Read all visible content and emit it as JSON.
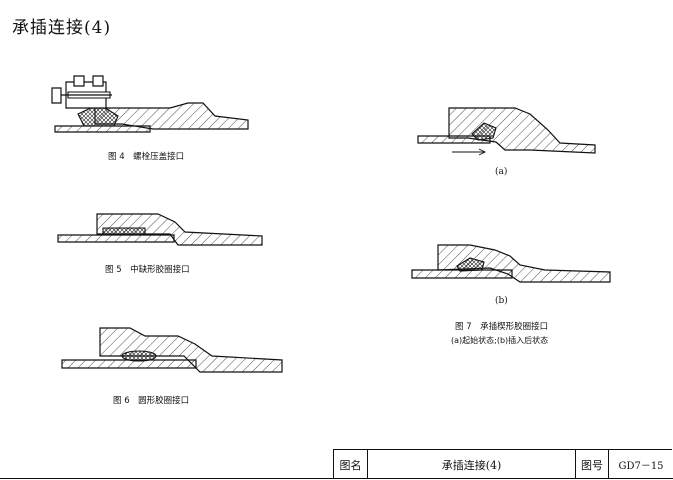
{
  "title": "承插连接(4)",
  "figures": {
    "fig4": {
      "caption": "图 4　螺栓压盖接口"
    },
    "fig5": {
      "caption": "图 5　中缺形胶圈接口"
    },
    "fig6": {
      "caption": "图 6　圆形胶圈接口"
    },
    "fig7": {
      "caption": "图 7　承插楔形胶圈接口",
      "note": "(a)起始状态;(b)插入后状态",
      "sub_a": "(a)",
      "sub_b": "(b)"
    }
  },
  "title_block": {
    "name_label": "图名",
    "name_value": "承插连接(4)",
    "number_label": "图号",
    "number_value": "GD7－15"
  }
}
